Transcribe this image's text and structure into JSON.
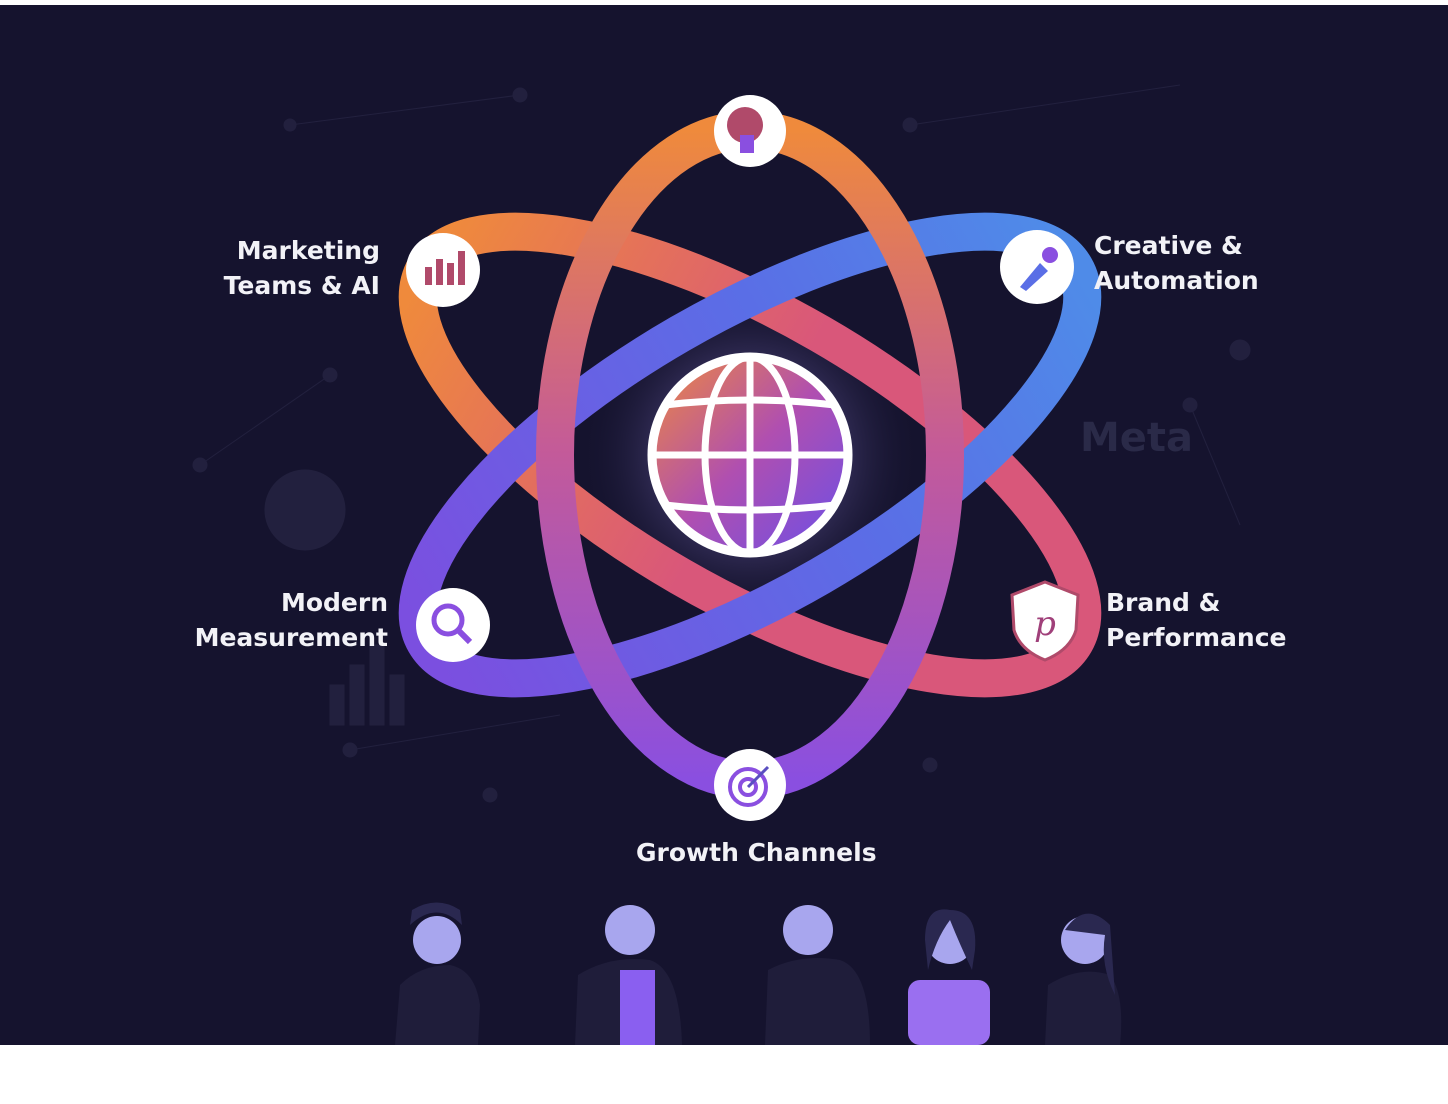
{
  "labels": {
    "marketing": [
      "Marketing",
      "Teams & AI"
    ],
    "creative": [
      "Creative &",
      "Automation"
    ],
    "measurement": [
      "Modern",
      "Measurement"
    ],
    "brand": [
      "Brand &",
      "Performance"
    ],
    "growth": "Growth Channels"
  },
  "watermark": "Meta",
  "colors": {
    "background": "#15132e",
    "orange": "#ef8a3c",
    "pink": "#d9577a",
    "purple": "#8a4fe0",
    "blue": "#4f7be8"
  }
}
